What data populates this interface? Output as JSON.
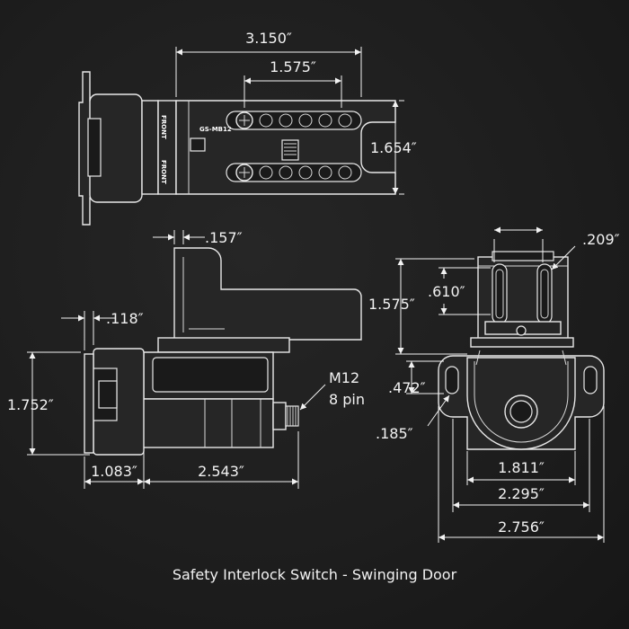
{
  "caption": "Safety Interlock Switch - Swinging Door",
  "part_label": "GS-MB12",
  "front_label": "FRONT",
  "connector_label_line1": "M12",
  "connector_label_line2": "8 pin",
  "dimensions": {
    "top_width": "3.150″",
    "top_slot": "1.575″",
    "top_height": "1.654″",
    "side_offset": ".157″",
    "side_flange": ".118″",
    "side_height": "1.752″",
    "side_left": "1.083″",
    "side_body": "2.543″",
    "end_slot_width": ".209″",
    "end_slot_len": ".610″",
    "end_slot_span": "1.575″",
    "end_hole_a": ".472″",
    "end_hole_b": ".185″",
    "end_w1": "1.811″",
    "end_w2": "2.295″",
    "end_w3": "2.756″"
  },
  "colors": {
    "background": "#1c1c1c",
    "lines": "#f2f2f2"
  }
}
